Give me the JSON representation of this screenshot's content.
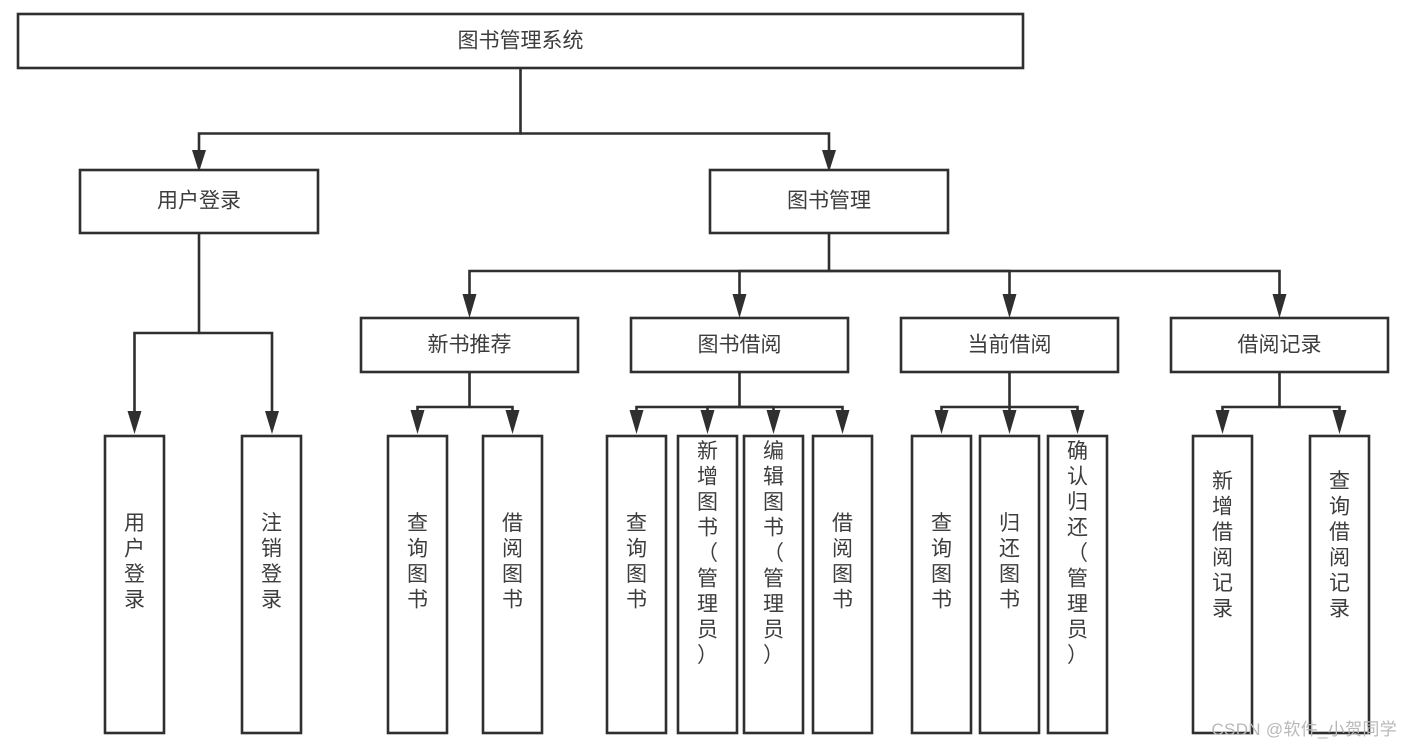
{
  "diagram": {
    "type": "tree-hierarchy",
    "title": "图书管理系统",
    "orientation": "top-down",
    "watermark": "CSDN @软件_小贺同学",
    "colors": {
      "stroke": "#2f2f2f",
      "fill": "#ffffff",
      "text": "#3d3d3d",
      "watermark": "#b8b8b8",
      "background": "#ffffff"
    },
    "nodes": {
      "root": {
        "label": "图书管理系统",
        "level": 0,
        "orientation": "horizontal"
      },
      "user_login": {
        "label": "用户登录",
        "level": 1,
        "orientation": "horizontal"
      },
      "book_manage": {
        "label": "图书管理",
        "level": 1,
        "orientation": "horizontal"
      },
      "new_book_rec": {
        "label": "新书推荐",
        "level": 2,
        "orientation": "horizontal"
      },
      "book_borrow": {
        "label": "图书借阅",
        "level": 2,
        "orientation": "horizontal"
      },
      "current_borrow": {
        "label": "当前借阅",
        "level": 2,
        "orientation": "horizontal"
      },
      "borrow_record": {
        "label": "借阅记录",
        "level": 2,
        "orientation": "horizontal"
      },
      "leaf_user_login": {
        "label": "用户登录",
        "level": 2,
        "orientation": "vertical"
      },
      "leaf_logout": {
        "label": "注销登录",
        "level": 2,
        "orientation": "vertical"
      },
      "leaf_query_book_a": {
        "label": "查询图书",
        "level": 3,
        "orientation": "vertical"
      },
      "leaf_borrow_book_a": {
        "label": "借阅图书",
        "level": 3,
        "orientation": "vertical"
      },
      "leaf_query_book_b": {
        "label": "查询图书",
        "level": 3,
        "orientation": "vertical"
      },
      "leaf_add_book": {
        "label": "新增图书（管理员）",
        "level": 3,
        "orientation": "vertical"
      },
      "leaf_edit_book": {
        "label": "编辑图书（管理员）",
        "level": 3,
        "orientation": "vertical"
      },
      "leaf_borrow_book_b": {
        "label": "借阅图书",
        "level": 3,
        "orientation": "vertical"
      },
      "leaf_query_book_c": {
        "label": "查询图书",
        "level": 3,
        "orientation": "vertical"
      },
      "leaf_return_book": {
        "label": "归还图书",
        "level": 3,
        "orientation": "vertical"
      },
      "leaf_confirm_return": {
        "label": "确认归还（管理员）",
        "level": 3,
        "orientation": "vertical"
      },
      "leaf_add_record": {
        "label": "新增借阅记录",
        "level": 3,
        "orientation": "vertical"
      },
      "leaf_query_record": {
        "label": "查询借阅记录",
        "level": 3,
        "orientation": "vertical"
      }
    },
    "edges": [
      {
        "from": "root",
        "to": "user_login"
      },
      {
        "from": "root",
        "to": "book_manage"
      },
      {
        "from": "user_login",
        "to": "leaf_user_login"
      },
      {
        "from": "user_login",
        "to": "leaf_logout"
      },
      {
        "from": "book_manage",
        "to": "new_book_rec"
      },
      {
        "from": "book_manage",
        "to": "book_borrow"
      },
      {
        "from": "book_manage",
        "to": "current_borrow"
      },
      {
        "from": "book_manage",
        "to": "borrow_record"
      },
      {
        "from": "new_book_rec",
        "to": "leaf_query_book_a"
      },
      {
        "from": "new_book_rec",
        "to": "leaf_borrow_book_a"
      },
      {
        "from": "book_borrow",
        "to": "leaf_query_book_b"
      },
      {
        "from": "book_borrow",
        "to": "leaf_add_book"
      },
      {
        "from": "book_borrow",
        "to": "leaf_edit_book"
      },
      {
        "from": "book_borrow",
        "to": "leaf_borrow_book_b"
      },
      {
        "from": "current_borrow",
        "to": "leaf_query_book_c"
      },
      {
        "from": "current_borrow",
        "to": "leaf_return_book"
      },
      {
        "from": "current_borrow",
        "to": "leaf_confirm_return"
      },
      {
        "from": "borrow_record",
        "to": "leaf_add_record"
      },
      {
        "from": "borrow_record",
        "to": "leaf_query_record"
      }
    ]
  }
}
